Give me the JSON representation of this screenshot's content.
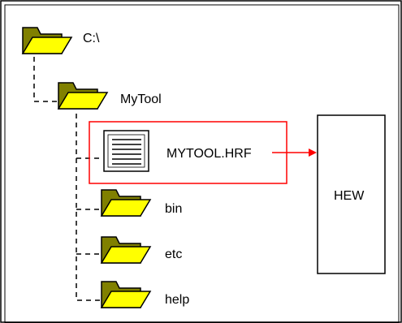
{
  "tree": {
    "root": {
      "label": "C:\\",
      "icon": "folder-icon"
    },
    "tool": {
      "label": "MyTool",
      "icon": "folder-icon"
    },
    "file": {
      "label": "MYTOOL.HRF",
      "icon": "document-icon"
    },
    "children": [
      {
        "label": "bin",
        "icon": "folder-icon"
      },
      {
        "label": "etc",
        "icon": "folder-icon"
      },
      {
        "label": "help",
        "icon": "folder-icon"
      }
    ]
  },
  "target": {
    "label": "HEW"
  },
  "colors": {
    "folder_front": "#ffff00",
    "folder_back": "#808000",
    "highlight": "#ff0000",
    "border": "#000000"
  }
}
